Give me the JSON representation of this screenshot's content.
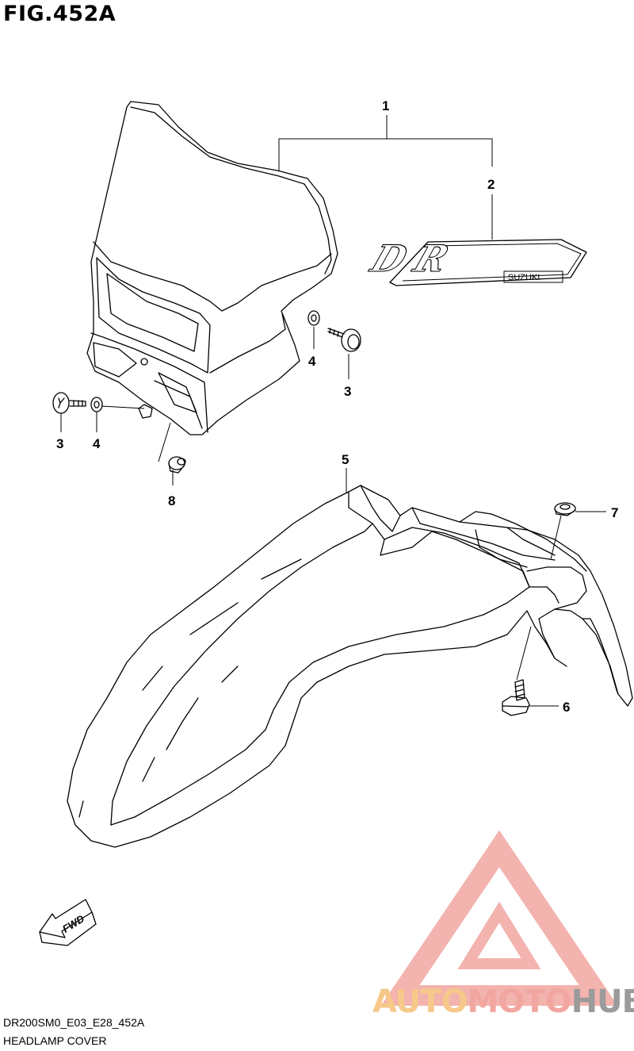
{
  "figure": {
    "title": "FIG.452A",
    "code": "DR200SM0_E03_E28_452A",
    "name": "HEADLAMP COVER"
  },
  "callouts": {
    "c1": "1",
    "c2": "2",
    "c3a": "3",
    "c3b": "3",
    "c4a": "4",
    "c4b": "4",
    "c5": "5",
    "c6": "6",
    "c7": "7",
    "c8": "8"
  },
  "decal": {
    "logo": "DR",
    "brand": "SUZUKI"
  },
  "fwd_arrow": {
    "label": "FWD"
  },
  "watermark": {
    "part1": "AUTO",
    "part2": "MOTO",
    "part3": "HUB",
    "colors": {
      "auto": "#f6c98a",
      "moto": "#f2a6a0",
      "hub": "#9b9b9b",
      "triangle": "#f2a6a0"
    }
  }
}
